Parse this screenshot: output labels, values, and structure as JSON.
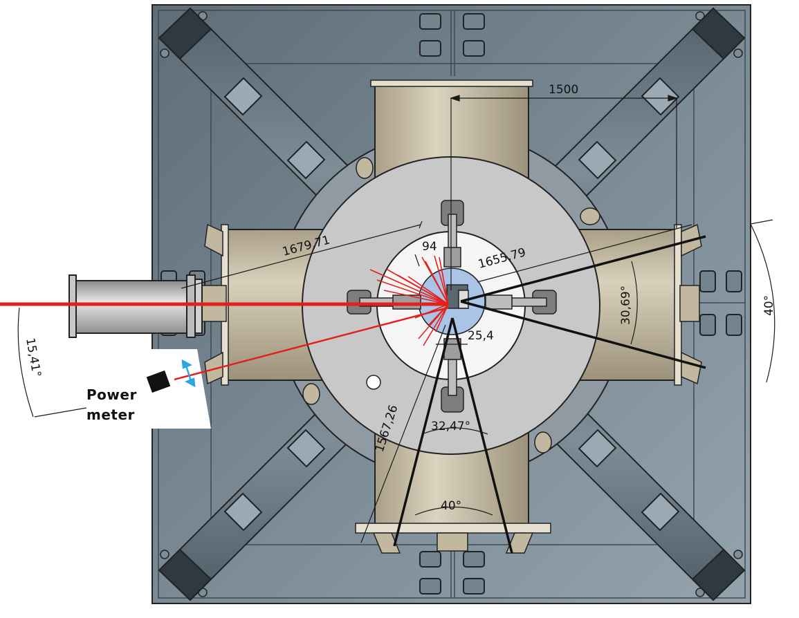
{
  "diagram": {
    "dimensions": {
      "width_top": "1500",
      "diag_left": "1679,71",
      "diag_right": "1655,79",
      "inner_small": "94",
      "center_small": "25,4",
      "diag_bottom": "1567,26",
      "angle_left_port": "15,41°",
      "angle_right_beam": "30,69°",
      "angle_right_port": "40°",
      "angle_bottom_beam": "32,47°",
      "angle_bottom_port": "40°"
    },
    "power_meter": {
      "line1": "Power",
      "line2": "meter"
    },
    "colors": {
      "frame": "#6f7f8a",
      "frame_dark": "#3c4852",
      "tube": "#c6bca6",
      "disk": "#c9c9c9",
      "inner_disk": "#f4f4f4",
      "core": "#a9c4e6",
      "laser": "#e2211c",
      "indicator": "#2aa7e0"
    }
  }
}
